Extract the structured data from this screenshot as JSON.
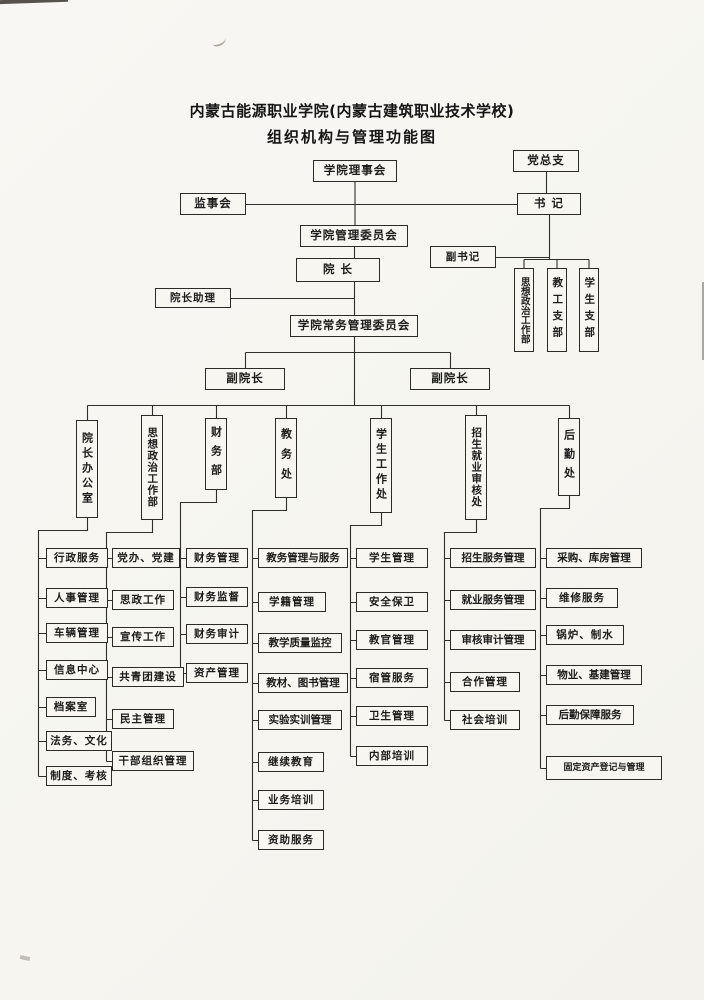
{
  "title": {
    "line1": "内蒙古能源职业学院(内蒙古建筑职业技术学校)",
    "line2": "组织机构与管理功能图"
  },
  "governance": {
    "council": "学院理事会",
    "supervisory_board": "监事会",
    "management_committee": "学院管理委员会",
    "president": "院  长",
    "president_assistant": "院长助理",
    "standing_committee": "学院常务管理委员会",
    "vice_president_left": "副院长",
    "vice_president_right": "副院长"
  },
  "party": {
    "general_branch": "党总支",
    "secretary": "书  记",
    "deputy_secretary": "副书记",
    "branches": [
      "思想政治工作部",
      "教工支部",
      "学生支部"
    ]
  },
  "departments": [
    {
      "name": "院长办公室",
      "items": [
        "行政服务",
        "人事管理",
        "车辆管理",
        "信息中心",
        "档案室",
        "法务、文化",
        "制度、考核"
      ]
    },
    {
      "name": "思想政治工作部",
      "items": [
        "党办、党建",
        "思政工作",
        "宣传工作",
        "共青团建设",
        "民主管理",
        "干部组织管理"
      ]
    },
    {
      "name": "财务部",
      "items": [
        "财务管理",
        "财务监督",
        "财务审计",
        "资产管理"
      ]
    },
    {
      "name": "教务处",
      "items": [
        "教务管理与服务",
        "学籍管理",
        "教学质量监控",
        "教材、图书管理",
        "实验实训管理",
        "继续教育",
        "业务培训",
        "资助服务"
      ]
    },
    {
      "name": "学生工作处",
      "items": [
        "学生管理",
        "安全保卫",
        "教官管理",
        "宿管服务",
        "卫生管理",
        "内部培训"
      ]
    },
    {
      "name": "招生就业审核处",
      "items": [
        "招生服务管理",
        "就业服务管理",
        "审核审计管理",
        "合作管理",
        "社会培训"
      ]
    },
    {
      "name": "后勤处",
      "items": [
        "采购、库房管理",
        "维修服务",
        "锅炉、制水",
        "物业、基建管理",
        "后勤保障服务",
        "固定资产登记与管理"
      ]
    }
  ]
}
